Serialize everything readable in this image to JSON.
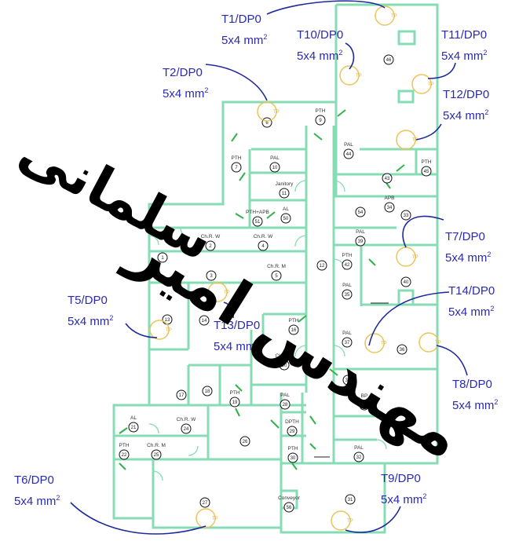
{
  "rooms": [
    {
      "num": "1",
      "label": ""
    },
    {
      "num": "2",
      "label": "Ch.R. W"
    },
    {
      "num": "3",
      "label": ""
    },
    {
      "num": "4",
      "label": "Ch.R. W"
    },
    {
      "num": "5",
      "label": "Ch.R. M"
    },
    {
      "num": "6",
      "label": ""
    },
    {
      "num": "7",
      "label": "PTH"
    },
    {
      "num": "9",
      "label": "PTH"
    },
    {
      "num": "10",
      "label": "PAL"
    },
    {
      "num": "11",
      "label": "Janitory"
    },
    {
      "num": "12",
      "label": ""
    },
    {
      "num": "13",
      "label": ""
    },
    {
      "num": "14",
      "label": ""
    },
    {
      "num": "16",
      "label": "PTH"
    },
    {
      "num": "17",
      "label": ""
    },
    {
      "num": "18",
      "label": ""
    },
    {
      "num": "19",
      "label": "PTH"
    },
    {
      "num": "20",
      "label": "Clean B"
    },
    {
      "num": "21",
      "label": "AL"
    },
    {
      "num": "22",
      "label": "PTH"
    },
    {
      "num": "24",
      "label": "Ch.R. W"
    },
    {
      "num": "25",
      "label": "Ch.R. M"
    },
    {
      "num": "26",
      "label": ""
    },
    {
      "num": "27",
      "label": ""
    },
    {
      "num": "28",
      "label": "PAL"
    },
    {
      "num": "29",
      "label": "DPTH"
    },
    {
      "num": "30",
      "label": "PTH"
    },
    {
      "num": "31",
      "label": ""
    },
    {
      "num": "32",
      "label": "PAL"
    },
    {
      "num": "33",
      "label": ""
    },
    {
      "num": "34",
      "label": "APB"
    },
    {
      "num": "35",
      "label": "PAL"
    },
    {
      "num": "36",
      "label": ""
    },
    {
      "num": "37",
      "label": "PAL"
    },
    {
      "num": "38",
      "label": ""
    },
    {
      "num": "39",
      "label": "PAL"
    },
    {
      "num": "40",
      "label": ""
    },
    {
      "num": "42",
      "label": "PTH"
    },
    {
      "num": "43",
      "label": ""
    },
    {
      "num": "44",
      "label": "PAL"
    },
    {
      "num": "45",
      "label": "PTH"
    },
    {
      "num": "46",
      "label": ""
    },
    {
      "num": "50",
      "label": "AL"
    },
    {
      "num": "51",
      "label": "PTH+APB"
    },
    {
      "num": "54",
      "label": ""
    },
    {
      "num": "55",
      "label": "BP"
    },
    {
      "num": "56",
      "label": "Conveyor"
    }
  ],
  "tp_label": "TP",
  "annotations": [
    {
      "id": "T1",
      "title": "T1/DP0",
      "size": "5x4 mm",
      "exp": "2"
    },
    {
      "id": "T10",
      "title": "T10/DP0",
      "size": "5x4 mm",
      "exp": "2"
    },
    {
      "id": "T11",
      "title": "T11/DP0",
      "size": "5x4 mm",
      "exp": "2"
    },
    {
      "id": "T12",
      "title": "T12/DP0",
      "size": "5x4 mm",
      "exp": "2"
    },
    {
      "id": "T2",
      "title": "T2/DP0",
      "size": "5x4 mm",
      "exp": "2"
    },
    {
      "id": "T7",
      "title": "T7/DP0",
      "size": "5x4 mm",
      "exp": "2"
    },
    {
      "id": "T14",
      "title": "T14/DP0",
      "size": "5x4 mm",
      "exp": "2"
    },
    {
      "id": "T5",
      "title": "T5/DP0",
      "size": "5x4 mm",
      "exp": "2"
    },
    {
      "id": "T13",
      "title": "T13/DP0",
      "size": "5x4 mm",
      "exp": "2"
    },
    {
      "id": "T8",
      "title": "T8/DP0",
      "size": "5x4 mm",
      "exp": "2"
    },
    {
      "id": "T6",
      "title": "T6/DP0",
      "size": "5x4 mm",
      "exp": "2"
    },
    {
      "id": "T9",
      "title": "T9/DP0",
      "size": "5x4 mm",
      "exp": "2"
    }
  ],
  "watermark": [
    "سلمانی",
    "مهندس امیر"
  ],
  "colors": {
    "wall": "#86dcb4",
    "annotation": "#2a2ab0",
    "tp": "#ebc45a",
    "arrow": "#1e2a9c"
  }
}
